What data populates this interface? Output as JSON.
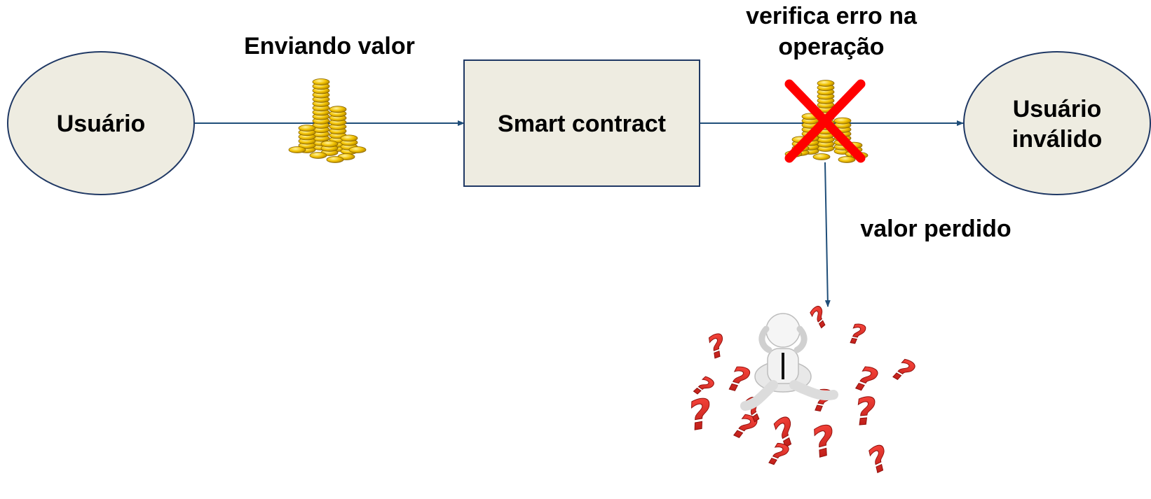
{
  "nodes": {
    "usuario": "Usuário",
    "smart_contract": "Smart contract",
    "usuario_invalido": [
      "Usuário",
      "inválido"
    ]
  },
  "labels": {
    "enviando_valor": "Enviando valor",
    "verifica_erro": [
      "verifica erro na",
      "operação"
    ],
    "valor_perdido": "valor perdido"
  },
  "icons": {
    "coins": "gold-coins-icon",
    "cancel": "red-x-icon",
    "confused": "confused-person-question-marks-icon"
  },
  "colors": {
    "node_fill": "#EEECE1",
    "node_stroke": "#1F3864",
    "connector": "#1F4E79",
    "cross": "#FF0000",
    "coin": "#F2C200",
    "question": "#E52421"
  }
}
